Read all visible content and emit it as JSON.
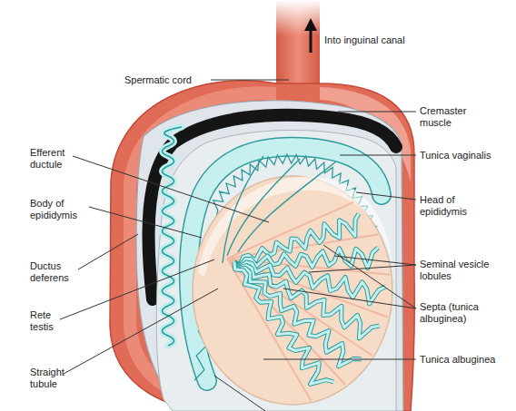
{
  "diagram": {
    "labels": [
      "Into inguinal canal",
      "Spermatic cord",
      "Cremaster muscle",
      "Tunica vaginalis",
      "Efferent ductule",
      "Body of epididymis",
      "Head of epididymis",
      "Ductus deferens",
      "Seminal vesicle lobules",
      "Septa (tunica albuginea)",
      "Rete testis",
      "Tunica albuginea",
      "Straight tubule"
    ]
  }
}
